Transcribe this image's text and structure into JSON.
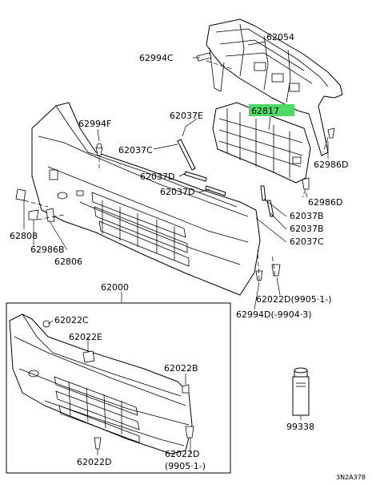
{
  "highlight_color": "#4CD964",
  "labels": {
    "p62054": "62054",
    "p62994c": "62994C",
    "p62817": "62817",
    "p62037e": "62037E",
    "p62994f": "62994F",
    "p62037c_left": "62037C",
    "p62037d_a": "62037D",
    "p62037d_b": "62037D",
    "p62986d_top": "62986D",
    "p62986d_mid": "62986D",
    "p62037b_a": "62037B",
    "p62037b_b": "62037B",
    "p62037c_right": "62037C",
    "p62808": "62808",
    "p62986b": "62986B",
    "p62806": "62806",
    "p62022d_right": "62022D(9905·1-)",
    "p62994d": "62994D(-9904·3)",
    "p62000": "62000",
    "p62022c": "62022C",
    "p62022e": "62022E",
    "p62022b": "62022B",
    "p62022d_bottom": "62022D",
    "p62022d_bottom_note": "(9905·1-)",
    "p99338": "99338",
    "diagram_code": "3N2A378"
  }
}
